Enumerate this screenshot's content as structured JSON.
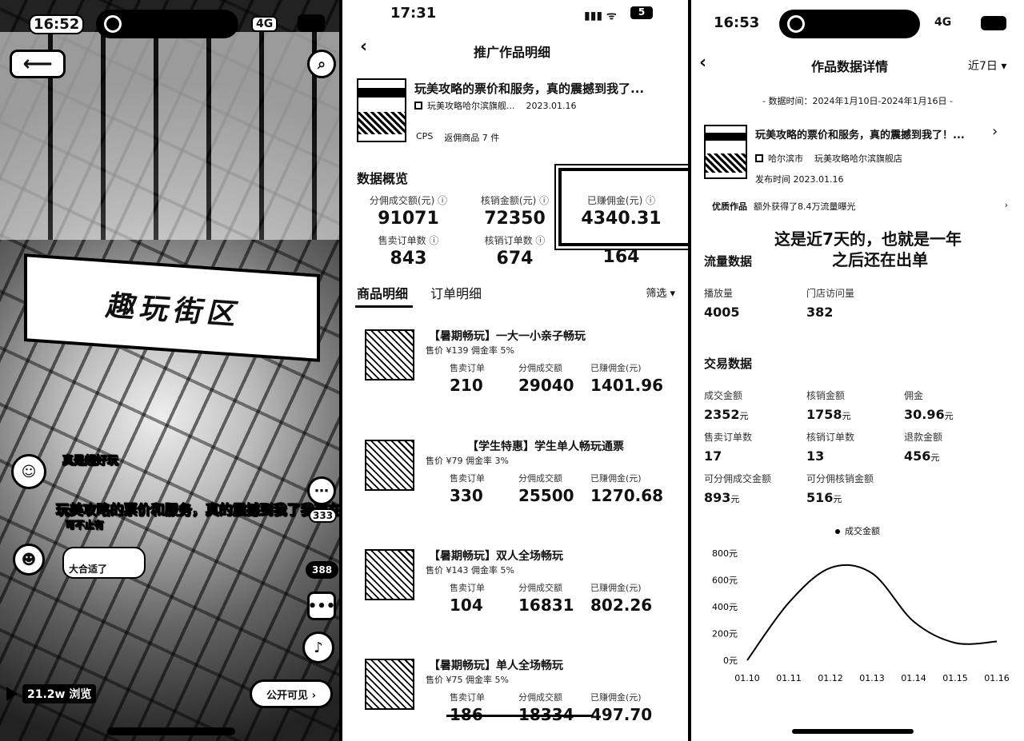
{
  "panel1": {
    "time": "16:52",
    "network": "4G",
    "sign": "趣玩街区",
    "caption1": "真是超好玩",
    "caption2": "玩美攻略的票价和服务，真的震撼到我了我现在是大",
    "caption3": "可不止有",
    "side_count1": "333",
    "side_count2": "388",
    "chip1": "大合适了",
    "views_label": "21.2w 浏览",
    "public_label": "公开可见 ›"
  },
  "panel2": {
    "time": "17:31",
    "battery": "5",
    "nav_title": "推广作品明细",
    "video_title": "玩美攻略的票价和服务，真的震撼到我了...",
    "shop": "玩美攻略哈尔滨旗舰...",
    "date": "2023.01.16",
    "cps": "CPS",
    "goods_count": "返佣商品 7 件",
    "overview_title": "数据概览",
    "overview": [
      {
        "label": "分佣成交额(元) ⓘ",
        "value": "91071"
      },
      {
        "label": "核销金额(元) ⓘ",
        "value": "72350"
      },
      {
        "label": "已赚佣金(元) ⓘ",
        "value": "4340.31"
      },
      {
        "label": "售卖订单数 ⓘ",
        "value": "843"
      },
      {
        "label": "核销订单数 ⓘ",
        "value": "674"
      },
      {
        "label": "",
        "value": "164"
      }
    ],
    "tab1": "商品明细",
    "tab2": "订单明细",
    "filter": "筛选 ▾",
    "col_orders": "售卖订单",
    "col_gmv": "分佣成交额",
    "col_comm": "已赚佣金(元)",
    "products": [
      {
        "title": "【暑期畅玩】一大一小亲子畅玩",
        "sub": "售价 ¥139   佣金率 5%",
        "orders": "210",
        "gmv": "29040",
        "comm": "1401.96"
      },
      {
        "title": "【学生特惠】学生单人畅玩通票",
        "sub": "售价 ¥79   佣金率 3%",
        "orders": "330",
        "gmv": "25500",
        "comm": "1270.68"
      },
      {
        "title": "【暑期畅玩】双人全场畅玩",
        "sub": "售价 ¥143   佣金率 5%",
        "orders": "104",
        "gmv": "16831",
        "comm": "802.26"
      },
      {
        "title": "【暑期畅玩】单人全场畅玩",
        "sub": "售价 ¥75   佣金率 5%",
        "orders": "186",
        "gmv": "18334",
        "comm": "497.70"
      }
    ]
  },
  "panel3": {
    "time": "16:53",
    "network": "4G",
    "nav_title": "作品数据详情",
    "range": "近7日 ▾",
    "data_time": "- 数据时间：2024年1月10日-2024年1月16日 -",
    "video_title": "玩美攻略的票价和服务，真的震撼到我了！...",
    "city": "哈尔滨市",
    "shop": "玩美攻略哈尔滨旗舰店",
    "publish": "发布时间 2023.01.16",
    "quality_label": "优质作品",
    "quality_text": "额外获得了8.4万流量曝光",
    "annotation_line1": "这是近7天的，也就是一年",
    "annotation_line2": "之后还在出单",
    "traffic_title": "流量数据",
    "traffic": [
      {
        "label": "播放量",
        "value": "4005"
      },
      {
        "label": "门店访问量",
        "value": "382"
      }
    ],
    "trade_title": "交易数据",
    "trade": [
      {
        "label": "成交金额",
        "value": "2352",
        "unit": "元"
      },
      {
        "label": "核销金额",
        "value": "1758",
        "unit": "元"
      },
      {
        "label": "佣金",
        "value": "30.96",
        "unit": "元"
      },
      {
        "label": "售卖订单数",
        "value": "17",
        "unit": ""
      },
      {
        "label": "核销订单数",
        "value": "13",
        "unit": ""
      },
      {
        "label": "退款金额",
        "value": "456",
        "unit": "元"
      },
      {
        "label": "可分佣成交金额",
        "value": "893",
        "unit": "元"
      },
      {
        "label": "可分佣核销金额",
        "value": "516",
        "unit": "元"
      }
    ],
    "chart_data": {
      "type": "line",
      "legend": "成交金额",
      "legend_position": "top-center",
      "x": [
        "01.10",
        "01.11",
        "01.12",
        "01.13",
        "01.14",
        "01.15",
        "01.16"
      ],
      "series": [
        {
          "name": "成交金额",
          "values": [
            0,
            430,
            690,
            650,
            290,
            130,
            140
          ]
        }
      ],
      "y_ticks": [
        "0元",
        "200元",
        "400元",
        "600元",
        "800元"
      ],
      "ylim": [
        0,
        800
      ],
      "grid": false
    }
  }
}
